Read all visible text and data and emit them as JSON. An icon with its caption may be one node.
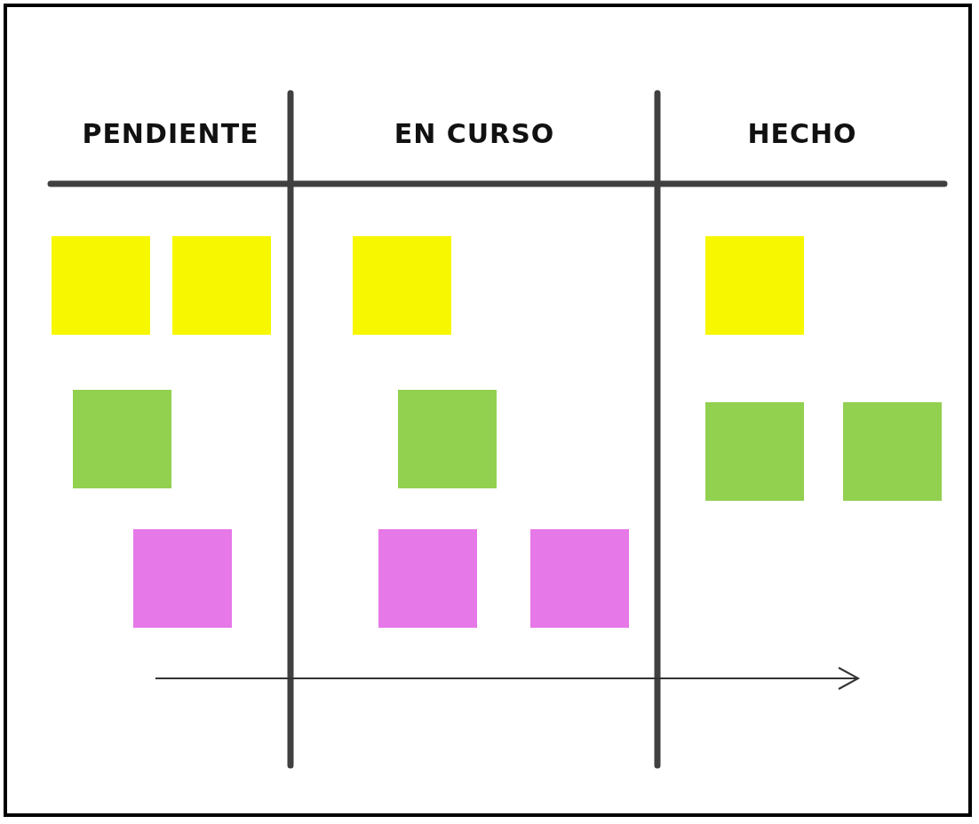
{
  "diagram": {
    "nodes": [
      {
        "text": [
          "PENDIENTE"
        ]
      },
      {
        "text": [],
        "shape": "box",
        "in": 0
      },
      {
        "text": [],
        "shape": "box",
        "in": 0
      },
      {
        "text": [],
        "shape": "box",
        "in": 0
      },
      {
        "text": [],
        "shape": "box",
        "in": 0
      },
      {
        "text": [
          "EN CURSO"
        ]
      },
      {
        "text": [],
        "shape": "box",
        "in": 5
      },
      {
        "text": [],
        "shape": "box",
        "in": 5
      },
      {
        "text": [],
        "shape": "box",
        "in": 5
      },
      {
        "text": [],
        "shape": "box",
        "in": 5
      },
      {
        "text": [
          "HECHO"
        ]
      },
      {
        "text": [],
        "shape": "box",
        "in": 10
      },
      {
        "text": [],
        "shape": "box",
        "in": 10
      },
      {
        "text": [],
        "shape": "box",
        "in": 10
      }
    ]
  }
}
